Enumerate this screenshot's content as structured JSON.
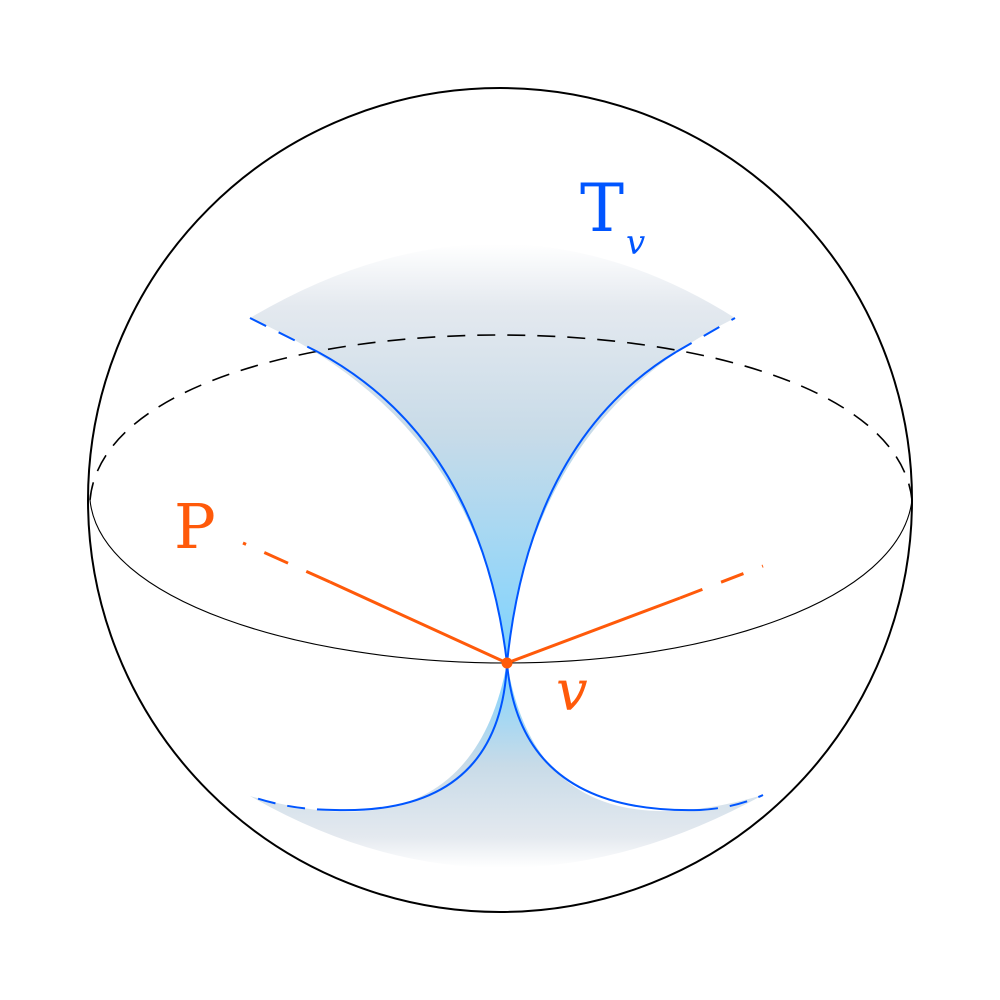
{
  "diagram": {
    "labels": {
      "cone_label": "T",
      "cone_subscript": "v",
      "plane_label": "P",
      "point_label": "v"
    },
    "colors": {
      "sphere_outline": "#000000",
      "cone_edge": "#0055ff",
      "cone_fill_center": "#7dd3ff",
      "cone_fill_outer": "#dde3ea",
      "plane_lines": "#ff5a0a",
      "point": "#ff5a0a"
    },
    "elements": [
      "sphere outline",
      "equator ellipse (front solid, back dashed)",
      "light cone T_v (upper and lower nappes, gradient filled)",
      "plane P through point v (solid near v, dashed further out)",
      "point v on equator"
    ]
  }
}
